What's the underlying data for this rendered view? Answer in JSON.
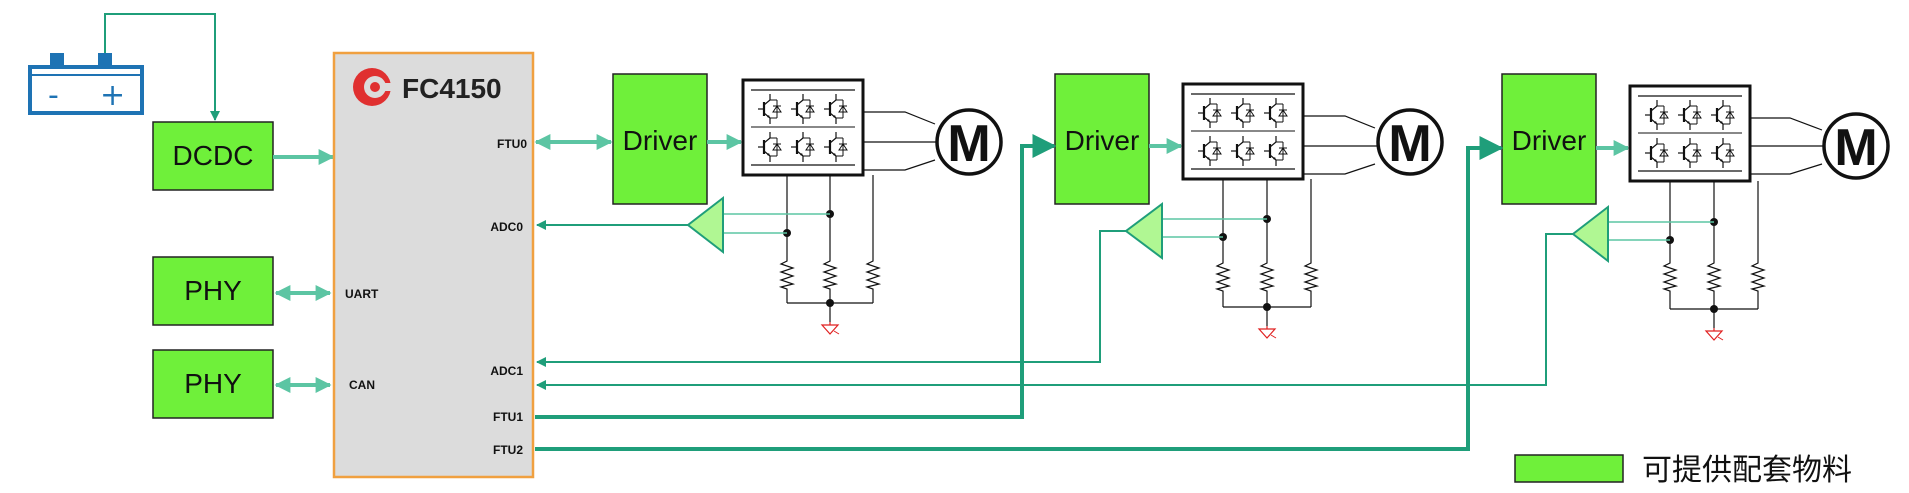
{
  "mcu": {
    "name": "FC4150",
    "pins": {
      "ftu0": "FTU0",
      "adc0": "ADC0",
      "uart": "UART",
      "adc1": "ADC1",
      "can": "CAN",
      "ftu1": "FTU1",
      "ftu2": "FTU2"
    }
  },
  "battery": {
    "minus": "-",
    "plus": "+"
  },
  "blocks": {
    "dcdc": "DCDC",
    "phy_uart": "PHY",
    "phy_can": "PHY"
  },
  "drivers": [
    "Driver",
    "Driver",
    "Driver"
  ],
  "motors": [
    "M",
    "M",
    "M"
  ],
  "legend": {
    "label": "可提供配套物料"
  },
  "colors": {
    "block_green": "#6ff03a",
    "signal_teal": "#1f9e7a",
    "arrow_light": "#5cc5a3",
    "mcu_border": "#f0a040",
    "mcu_fill": "#dcdcdc",
    "battery_blue": "#1e73b4",
    "ground_red": "#e02020"
  }
}
